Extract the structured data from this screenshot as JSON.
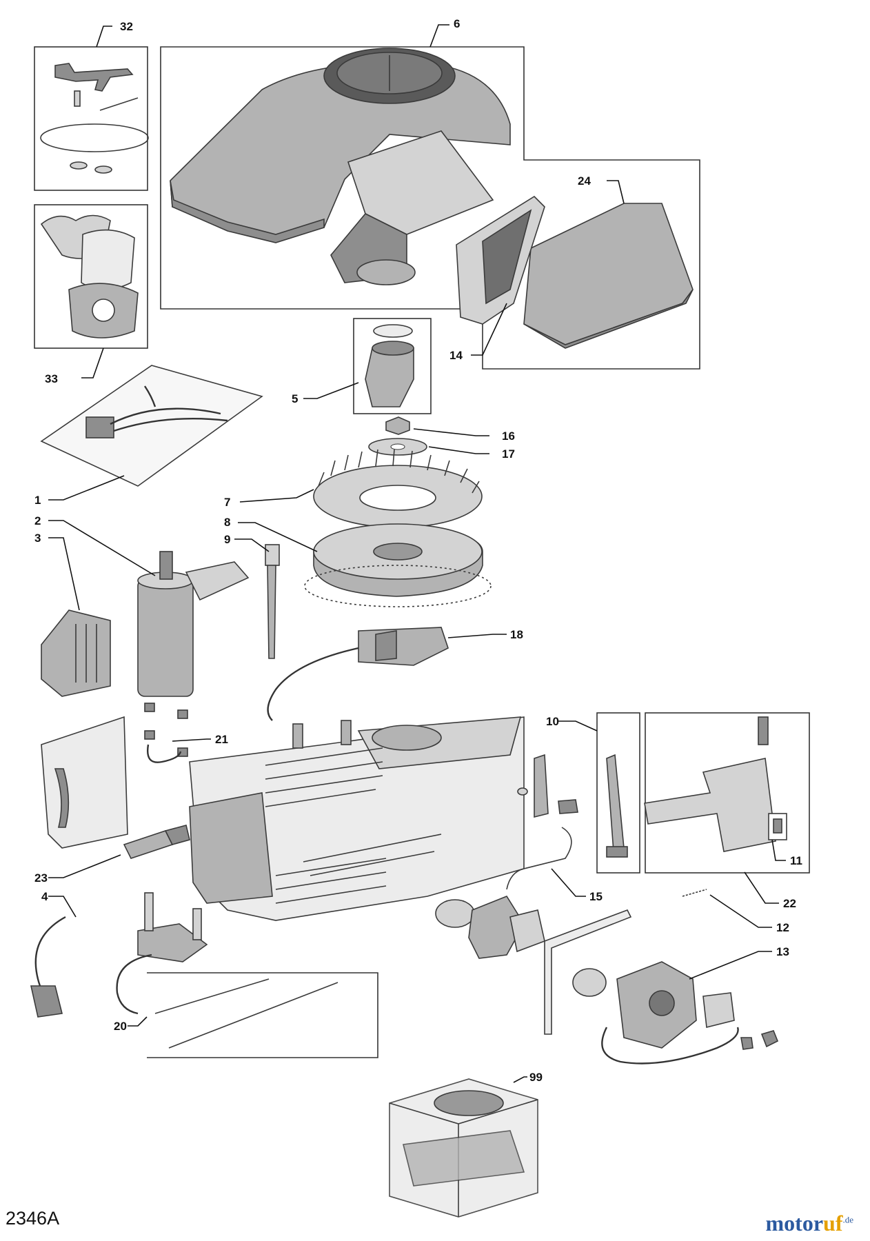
{
  "diagram": {
    "code": "2346A",
    "brand": {
      "part1": "motor",
      "part2": "uf",
      "tld": ".de"
    },
    "labels": [
      "32",
      "6",
      "24",
      "33",
      "14",
      "5",
      "16",
      "17",
      "1",
      "7",
      "8",
      "9",
      "2",
      "3",
      "18",
      "21",
      "10",
      "11",
      "22",
      "23",
      "15",
      "4",
      "12",
      "13",
      "20",
      "99"
    ]
  },
  "colors": {
    "part_dark": "#8e8e8e",
    "part_mid": "#b3b3b3",
    "part_light": "#d3d3d3",
    "line": "#111111",
    "brand_blue": "#2c5aa0",
    "brand_orange": "#e5a000"
  }
}
